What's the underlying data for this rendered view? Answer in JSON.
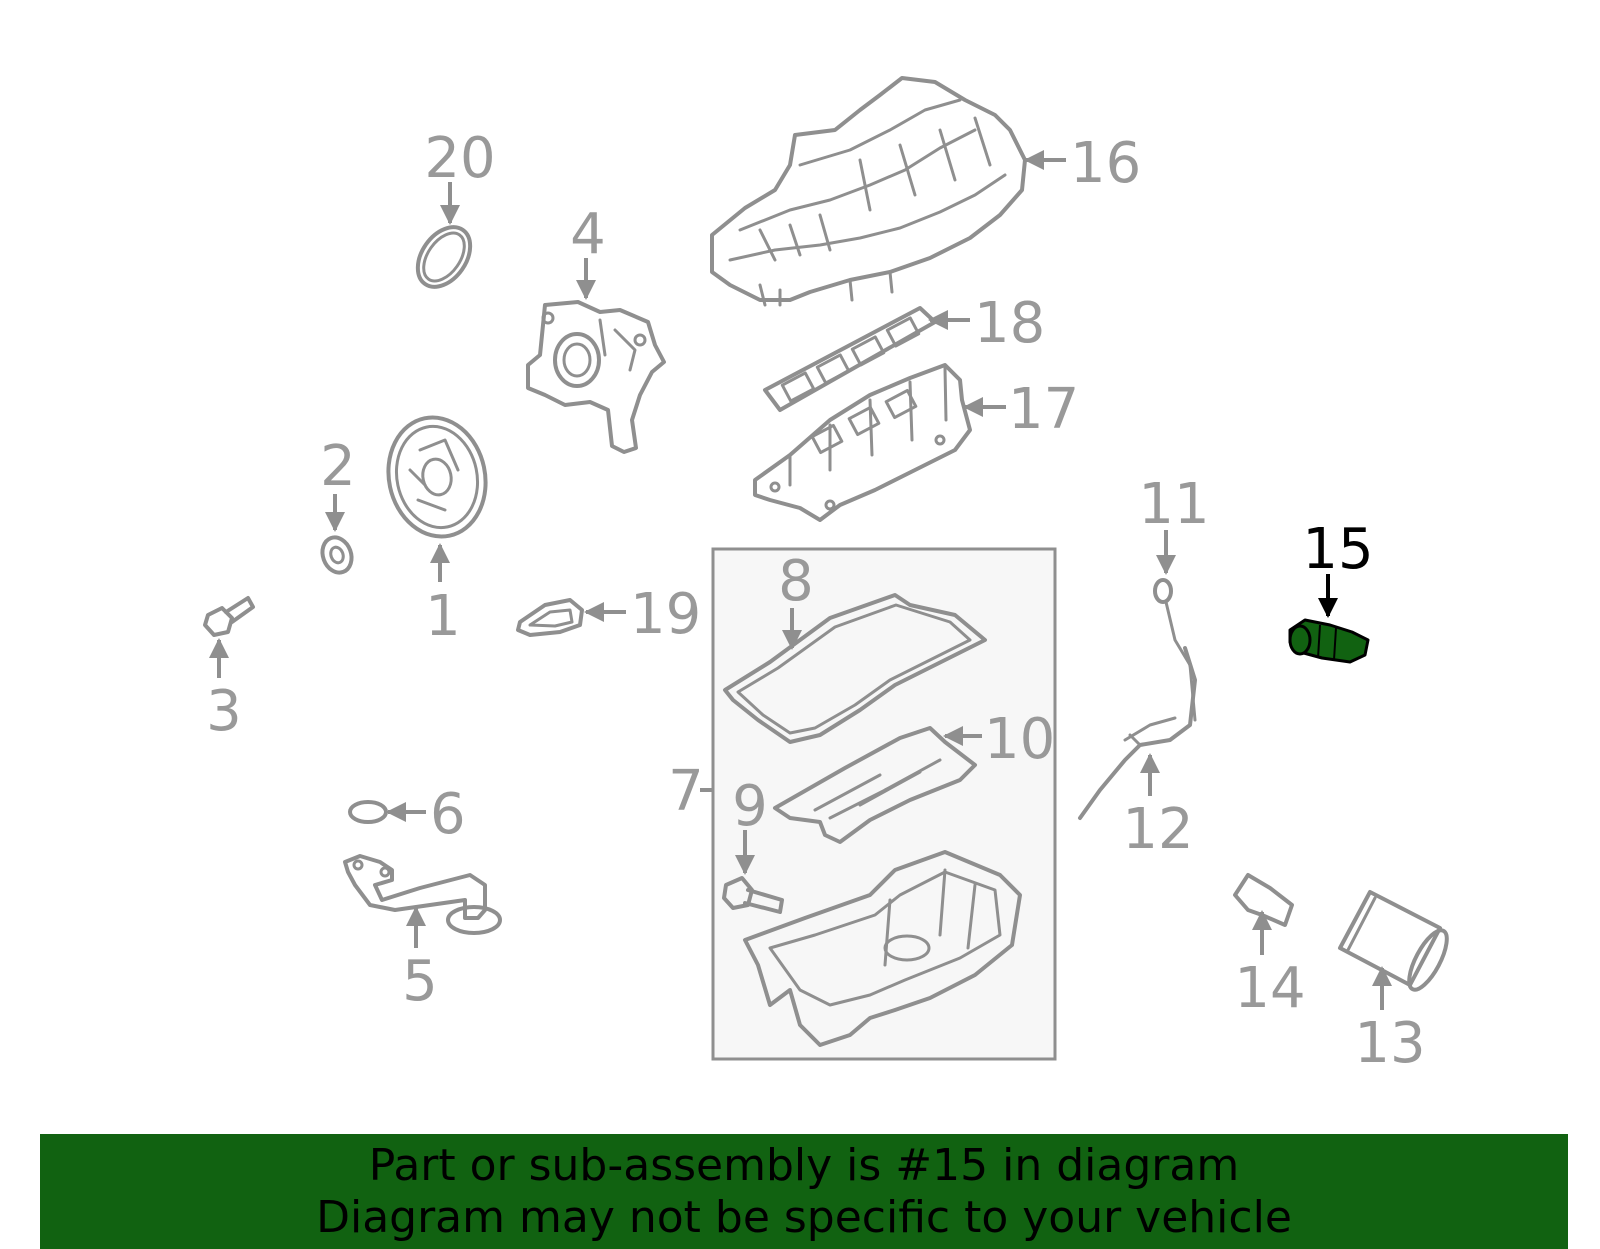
{
  "diagram": {
    "highlight_color": "#116211",
    "highlighted_callout": "15",
    "callouts": [
      "1",
      "2",
      "3",
      "4",
      "5",
      "6",
      "7",
      "8",
      "9",
      "10",
      "11",
      "12",
      "13",
      "14",
      "15",
      "16",
      "17",
      "18",
      "19",
      "20"
    ]
  },
  "banner": {
    "background": "#116211",
    "line1": "Part or sub-assembly is #15 in diagram",
    "line2": "Diagram may not be specific to your vehicle"
  }
}
